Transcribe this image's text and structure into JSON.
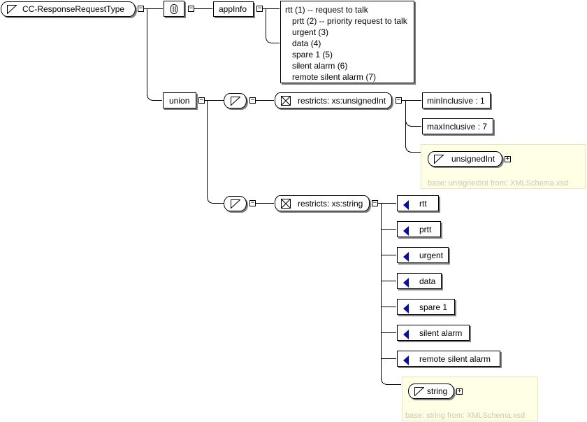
{
  "root": {
    "name": "CC-ResponseRequestType",
    "toggle": "−"
  },
  "annotation_node": {
    "toggle": "−"
  },
  "appinfo": {
    "label": "appInfo",
    "toggle": "−",
    "lines": [
      "rtt (1) -- request to talk",
      "prtt (2) -- priority request to talk",
      "urgent (3)",
      "data (4)",
      "spare 1 (5)",
      "silent alarm (6)",
      "remote silent alarm (7)"
    ]
  },
  "union": {
    "label": "union",
    "toggle": "−"
  },
  "simpletype_toggle": "−",
  "restriction_int": {
    "label": "restricts: xs:unsignedInt",
    "toggle": "−",
    "facets": [
      "minInclusive : 1",
      "maxInclusive : 7"
    ],
    "base_type": "unsignedInt",
    "base_toggle": "+",
    "base_note": "base: unsignedInt from: XMLSchema.xsd"
  },
  "restriction_str": {
    "label": "restricts: xs:string",
    "toggle": "−",
    "enums": [
      "rtt",
      "prtt",
      "urgent",
      "data",
      "spare 1",
      "silent alarm",
      "remote silent alarm"
    ],
    "base_type": "string",
    "base_toggle": "+",
    "base_note": "base: string from: XMLSchema.xsd"
  },
  "colors": {
    "enum_arrow": "#0b0bb2",
    "pale_box": "#ffffe6",
    "note_text": "#c8c8b4"
  }
}
